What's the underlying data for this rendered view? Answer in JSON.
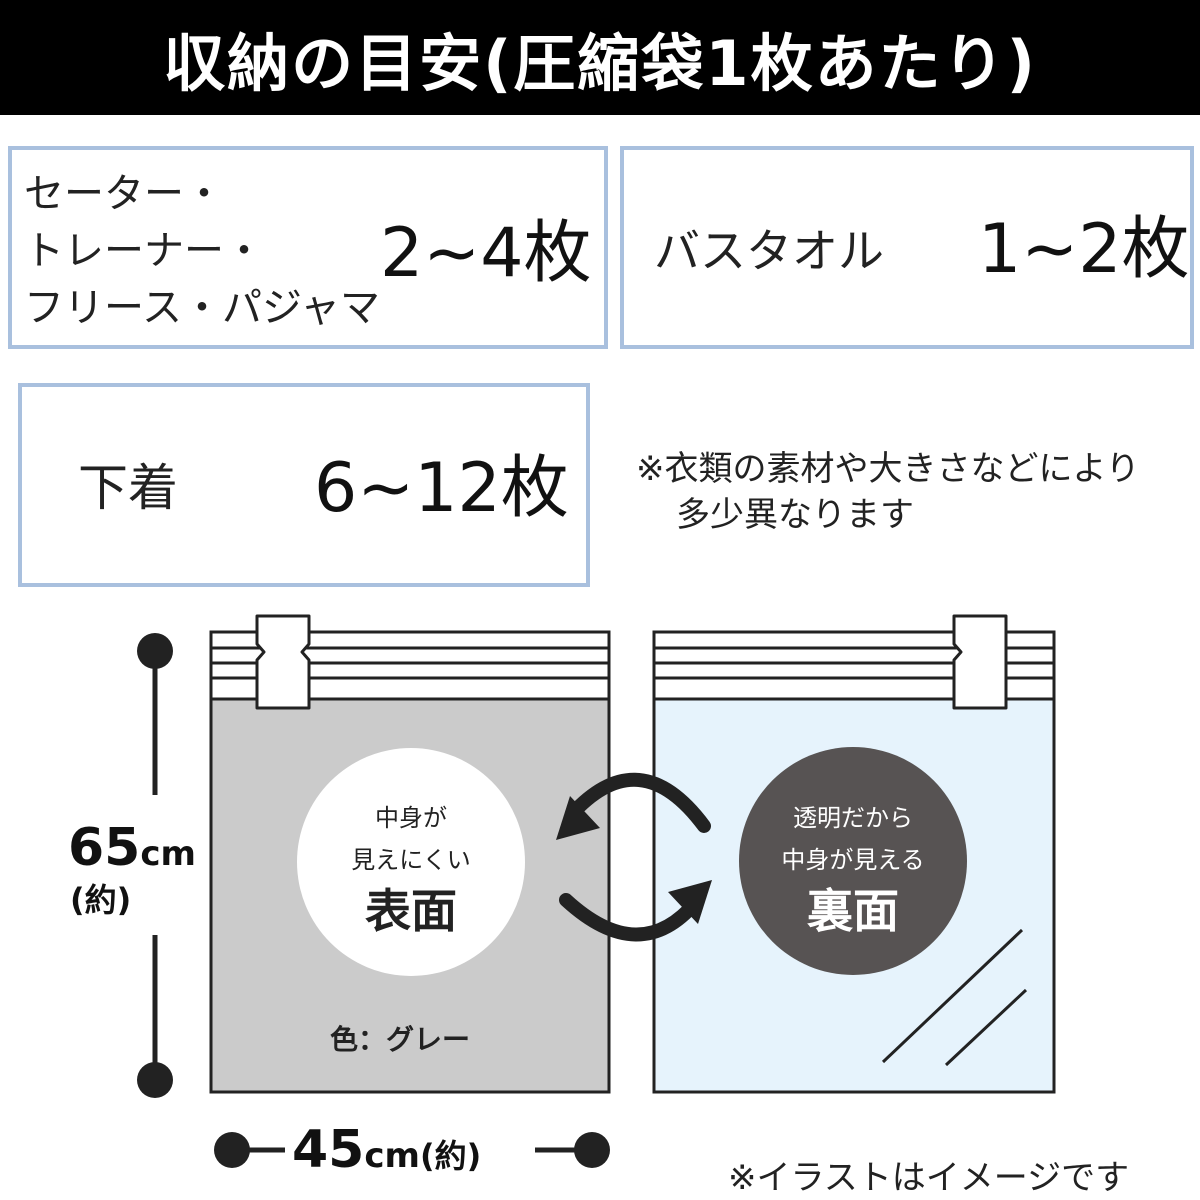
{
  "title": "収納の目安(圧縮袋1枚あたり)",
  "capacity": {
    "sweater": {
      "lines": [
        "セーター・",
        "トレーナー・",
        "フリース・パジャマ"
      ],
      "count": "2~4枚"
    },
    "towel": {
      "label": "バスタオル",
      "count": "1~2枚"
    },
    "underwear": {
      "label": "下着",
      "count": "6~12枚"
    }
  },
  "note": {
    "lines": [
      "※衣類の素材や大きさなどにより",
      "多少異なります"
    ]
  },
  "dimensions": {
    "height_value": "65",
    "height_unit": "cm",
    "height_approx": "(約)",
    "width_value": "45",
    "width_unit": "cm",
    "width_approx": "(約)"
  },
  "front": {
    "lines": [
      "中身が",
      "見えにくい"
    ],
    "label": "表面",
    "color_note": "色：グレー"
  },
  "back": {
    "lines": [
      "透明だから",
      "中身が見える"
    ],
    "label": "裏面"
  },
  "footer_note": "※イラストはイメージです",
  "colors": {
    "box_border": "#a9c0de",
    "front_bag": "#cbcbcb",
    "back_bag": "#e6f3fc",
    "back_circle": "#575353"
  },
  "icons": [
    "swap-arrows-icon",
    "zipper-slider-icon",
    "glass-reflection-icon"
  ]
}
